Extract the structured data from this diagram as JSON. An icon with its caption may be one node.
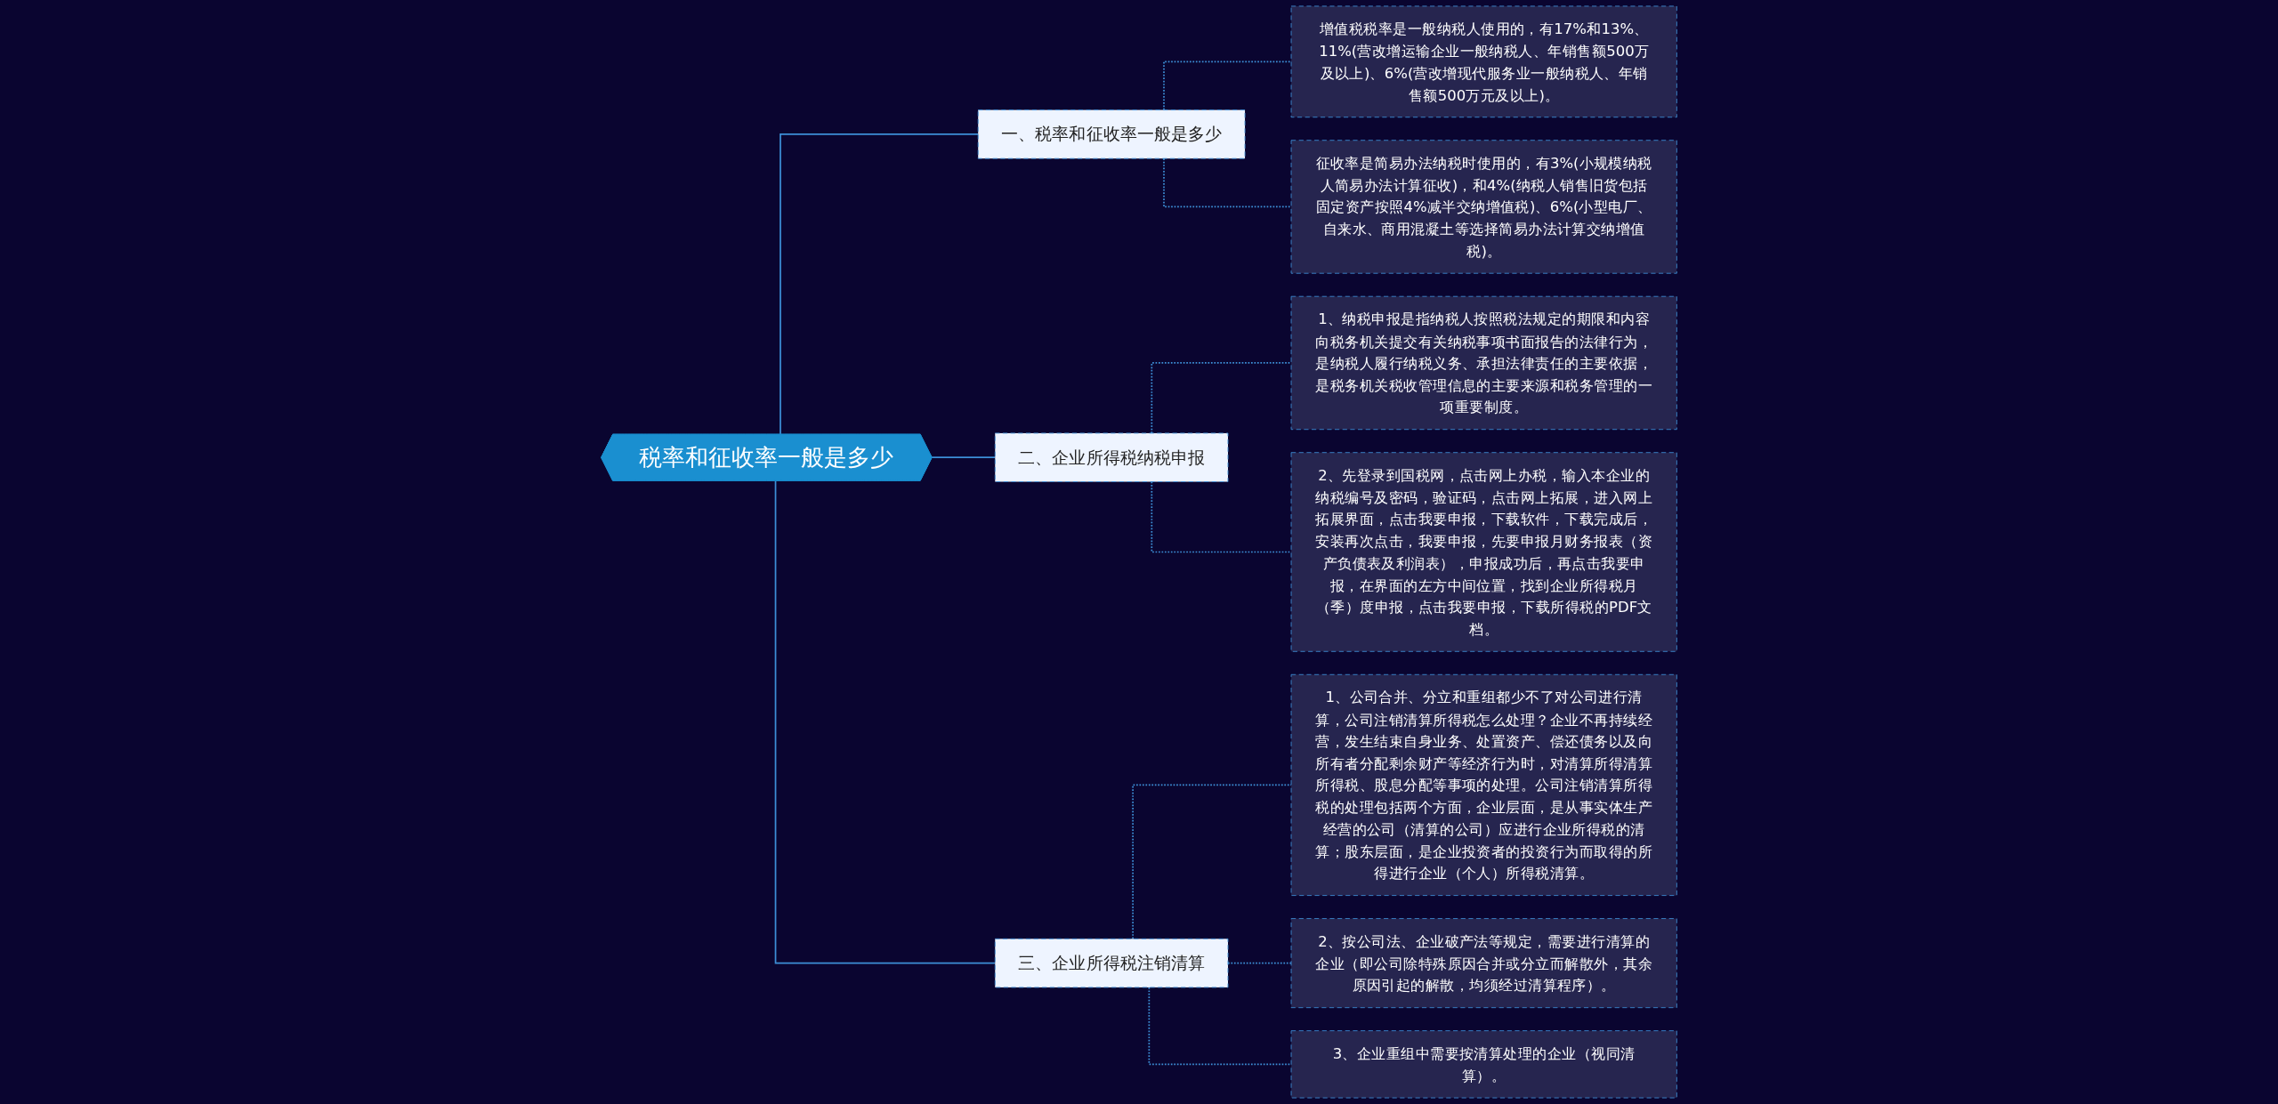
{
  "diagram": {
    "nodes": [
      {
        "text": [
          "税率和征收率一般是多少"
        ]
      },
      {
        "text": [
          "一、税率和征收率一般是多少"
        ]
      },
      {
        "text": [
          "增值税税率是一般纳税人使用的，有17%和13%、11%(营改增运输企业一般纳税人、年销售额500万及以上)、6%(营改增现代服务业一般纳税人、年销售额500万元及以上)。"
        ]
      },
      {
        "text": [
          "征收率是简易办法纳税时使用的，有3%(小规模纳税人简易办法计算征收)，和4%(纳税人销售旧货包括固定资产按照4%减半交纳增值税)、6%(小型电厂、自来水、商用混凝土等选择简易办法计算交纳增值税)。"
        ]
      },
      {
        "text": [
          "二、企业所得税纳税申报"
        ]
      },
      {
        "text": [
          "1、纳税申报是指纳税人按照税法规定的期限和内容向税务机关提交有关纳税事项书面报告的法律行为，是纳税人履行纳税义务、承担法律责任的主要依据，是税务机关税收管理信息的主要来源和税务管理的一项重要制度。"
        ]
      },
      {
        "text": [
          "2、先登录到国税网，点击网上办税，输入本企业的纳税编号及密码，验证码，点击网上拓展，进入网上拓展界面，点击我要申报，下载软件，下载完成后，安装再次点击，我要申报，先要申报月财务报表（资产负债表及利润表），申报成功后，再点击我要申报，在界面的左方中间位置，找到企业所得税月（季）度申报，点击我要申报，下载所得税的PDF文档。"
        ]
      },
      {
        "text": [
          "三、企业所得税注销清算"
        ]
      },
      {
        "text": [
          "1、公司合并、分立和重组都少不了对公司进行清算，公司注销清算所得税怎么处理？企业不再持续经营，发生结束自身业务、处置资产、偿还债务以及向所有者分配剩余财产等经济行为时，对清算所得清算所得税、股息分配等事项的处理。公司注销清算所得税的处理包括两个方面，企业层面，是从事实体生产经营的公司（清算的公司）应进行企业所得税的清算；股东层面，是企业投资者的投资行为而取得的所得进行企业（个人）所得税清算。"
        ]
      },
      {
        "text": [
          "2、按公司法、企业破产法等规定，需要进行清算的企业（即公司除特殊原因合并或分立而解散外，其余原因引起的解散，均须经过清算程序）。"
        ]
      },
      {
        "text": [
          "3、企业重组中需要按清算处理的企业（视同清算）。"
        ]
      }
    ],
    "edges": [
      {
        "from": 0,
        "to": 1,
        "arrow": "none"
      },
      {
        "from": 1,
        "to": 2,
        "arrow": "none",
        "style": "dashed"
      },
      {
        "from": 1,
        "to": 3,
        "arrow": "none",
        "style": "dashed"
      },
      {
        "from": 0,
        "to": 4,
        "arrow": "none"
      },
      {
        "from": 4,
        "to": 5,
        "arrow": "none",
        "style": "dashed"
      },
      {
        "from": 4,
        "to": 6,
        "arrow": "none",
        "style": "dashed"
      },
      {
        "from": 0,
        "to": 7,
        "arrow": "none"
      },
      {
        "from": 7,
        "to": 8,
        "arrow": "none",
        "style": "dashed"
      },
      {
        "from": 7,
        "to": 9,
        "arrow": "none",
        "style": "dashed"
      },
      {
        "from": 7,
        "to": 10,
        "arrow": "none",
        "style": "dashed"
      }
    ]
  }
}
